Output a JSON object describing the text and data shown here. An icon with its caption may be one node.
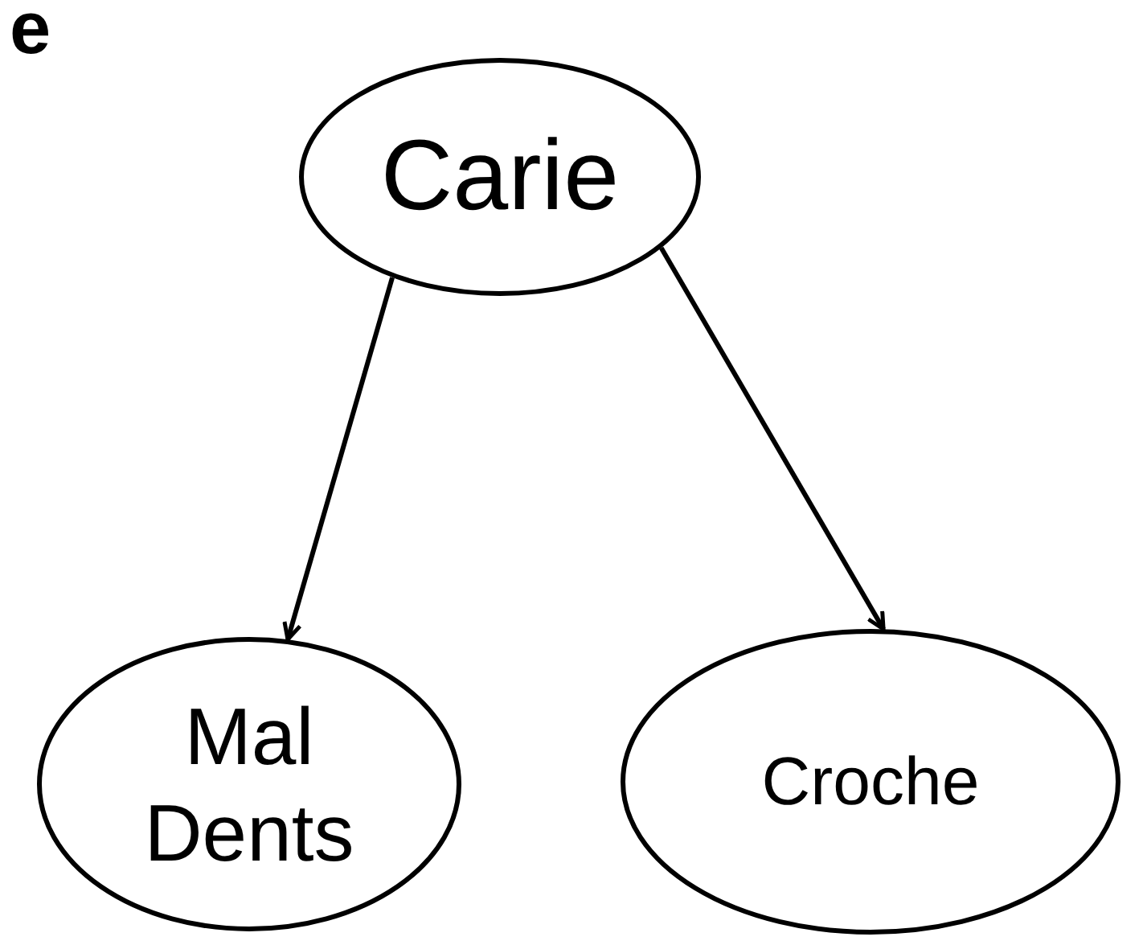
{
  "diagram": {
    "nodes": [
      {
        "text": [
          "Carie"
        ]
      },
      {
        "text": [
          "Mal Dents"
        ]
      },
      {
        "text": [
          "Croche"
        ]
      }
    ],
    "edges": [
      {
        "from": 0,
        "to": 1,
        "arrow": "to"
      },
      {
        "from": 0,
        "to": 2,
        "arrow": "to"
      }
    ],
    "labels": [
      "e"
    ]
  }
}
